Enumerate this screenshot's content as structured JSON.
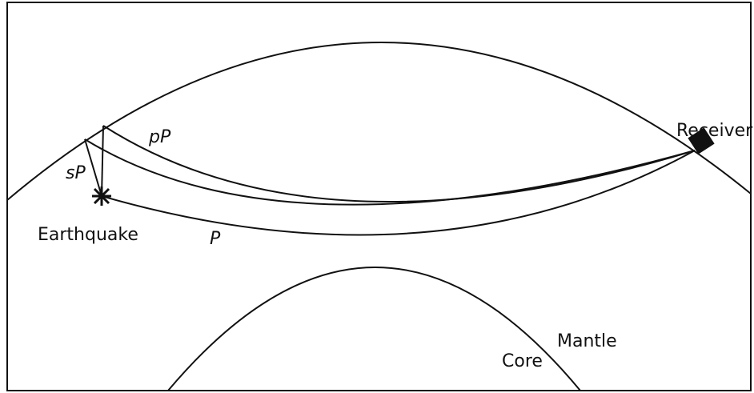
{
  "labels": {
    "receiver": "Receiver",
    "earthquake": "Earthquake",
    "core": "Core",
    "mantle": "Mantle"
  },
  "phases": {
    "p": "P",
    "pp": "pP",
    "sp": "sP"
  },
  "colors": {
    "line": "#111111",
    "background": "#ffffff"
  },
  "icons": {
    "earthquake_source": "star-burst-icon",
    "receiver_station": "square-icon"
  }
}
